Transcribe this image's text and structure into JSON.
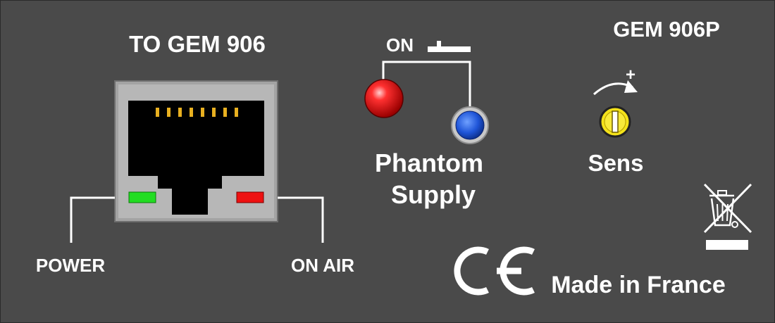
{
  "panel": {
    "model": "GEM 906P",
    "connector_label": "TO GEM 906",
    "power_label": "POWER",
    "on_air_label": "ON AIR",
    "switch_on_label": "ON",
    "phantom_label_line1": "Phantom",
    "phantom_label_line2": "Supply",
    "sens_label": "Sens",
    "sens_plus": "+",
    "made_in": "Made in France",
    "ce_mark": "CE"
  },
  "colors": {
    "panel_bg": "#4a4a4a",
    "power_led": "#22dd22",
    "on_air_led": "#ee1111",
    "red_indicator": "#e01010",
    "blue_button": "#1f55d8",
    "sens_knob": "#f4e21a",
    "pin_gold": "#e8b020"
  },
  "icons": {
    "weee": "crossed-out-bin-icon",
    "rotate": "clockwise-arrow-icon"
  }
}
